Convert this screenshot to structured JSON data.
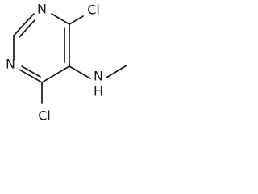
{
  "molecule": {
    "atoms": {
      "n_top": "N",
      "n_left": "N",
      "cl_top": "Cl",
      "cl_bottom": "Cl",
      "amine": "N",
      "amine_h": "H"
    }
  },
  "colors": {
    "ink": "#1a1a1a",
    "background": "#ffffff"
  }
}
